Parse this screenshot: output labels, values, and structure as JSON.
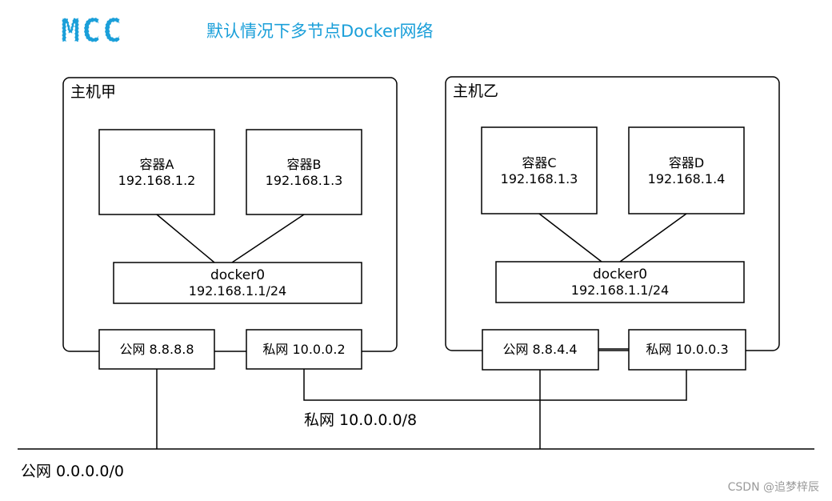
{
  "header": {
    "logo_text": "MCC",
    "title": "默认情况下多节点Docker网络",
    "accent_color": "#1a9fd9"
  },
  "hosts": [
    {
      "label": "主机甲",
      "containers": [
        {
          "name": "容器A",
          "ip": "192.168.1.2"
        },
        {
          "name": "容器B",
          "ip": "192.168.1.3"
        }
      ],
      "bridge": {
        "name": "docker0",
        "ip": "192.168.1.1/24"
      },
      "public_nic": "公网 8.8.8.8",
      "private_nic": "私网 10.0.0.2"
    },
    {
      "label": "主机乙",
      "containers": [
        {
          "name": "容器C",
          "ip": "192.168.1.3"
        },
        {
          "name": "容器D",
          "ip": "192.168.1.4"
        }
      ],
      "bridge": {
        "name": "docker0",
        "ip": "192.168.1.1/24"
      },
      "public_nic": "公网 8.8.4.4",
      "private_nic": "私网 10.0.0.3"
    }
  ],
  "networks": {
    "private": "私网 10.0.0.0/8",
    "public": "公网 0.0.0.0/0"
  },
  "watermark": "CSDN @追梦梓辰"
}
